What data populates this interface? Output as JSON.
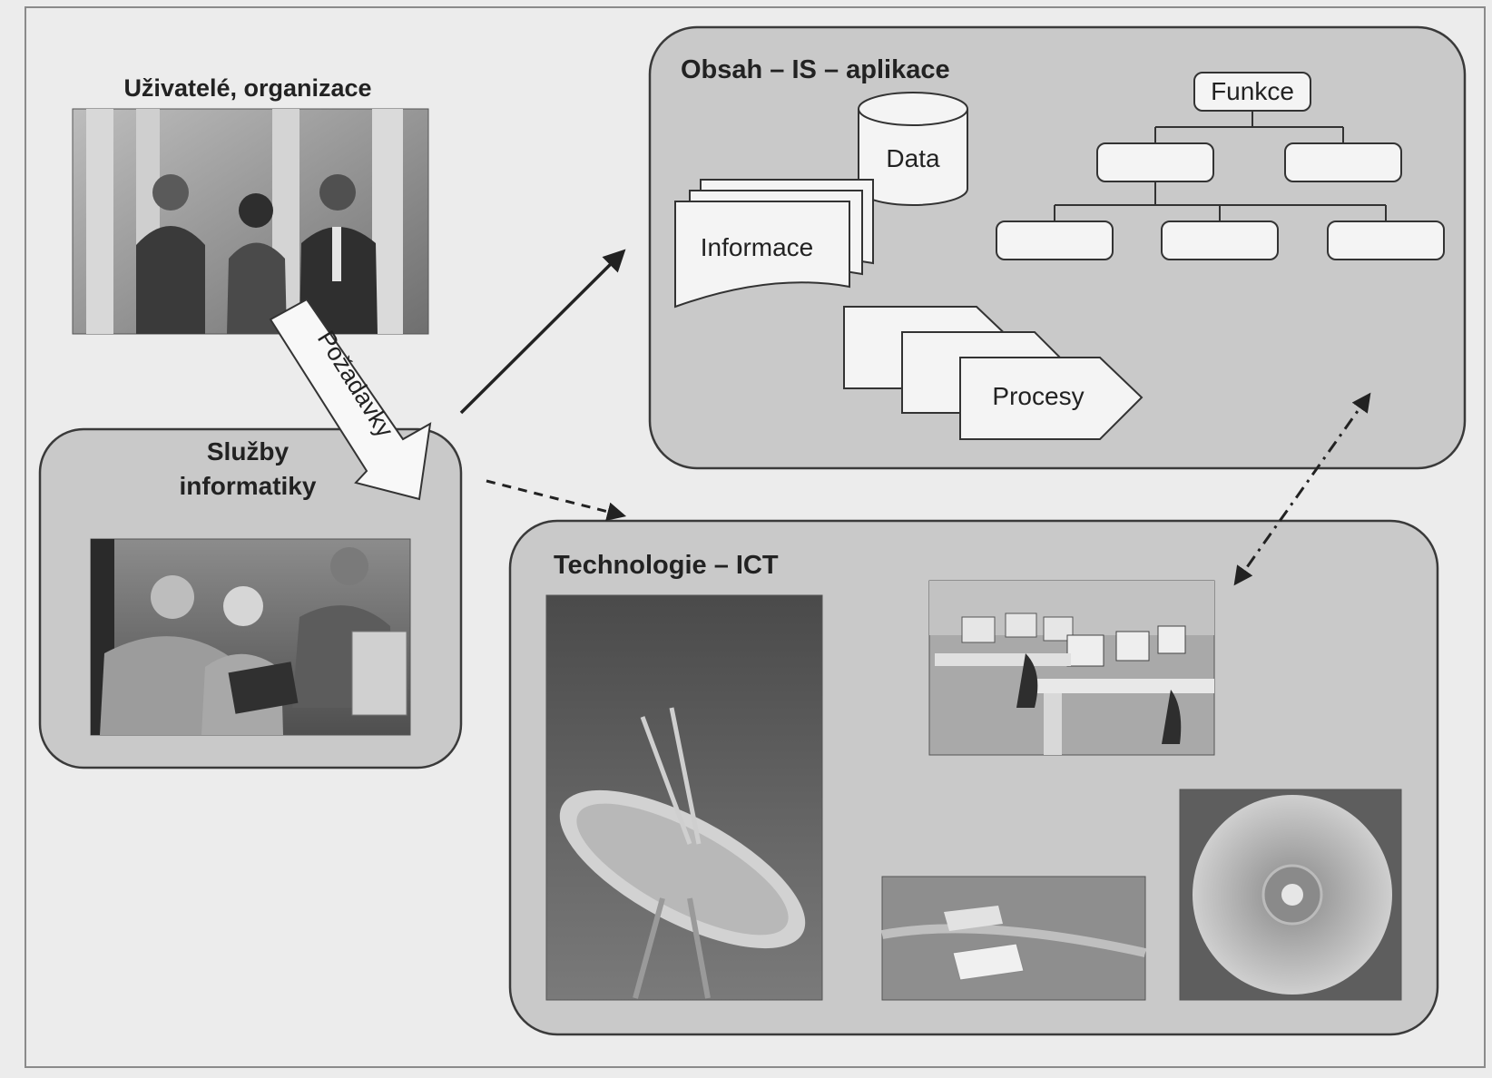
{
  "users": {
    "title": "Uživatelé, organizace"
  },
  "requests": {
    "label": "Požadavky"
  },
  "services": {
    "title_line1": "Služby",
    "title_line2": "informatiky"
  },
  "content": {
    "title": "Obsah – IS – aplikace",
    "data_label": "Data",
    "information_label": "Informace",
    "processes_label": "Procesy",
    "functions_label": "Funkce"
  },
  "technology": {
    "title": "Technologie – ICT"
  },
  "colors": {
    "panel_fill": "#c9c9c9",
    "node_fill": "#f4f4f4",
    "ink": "#222222"
  }
}
